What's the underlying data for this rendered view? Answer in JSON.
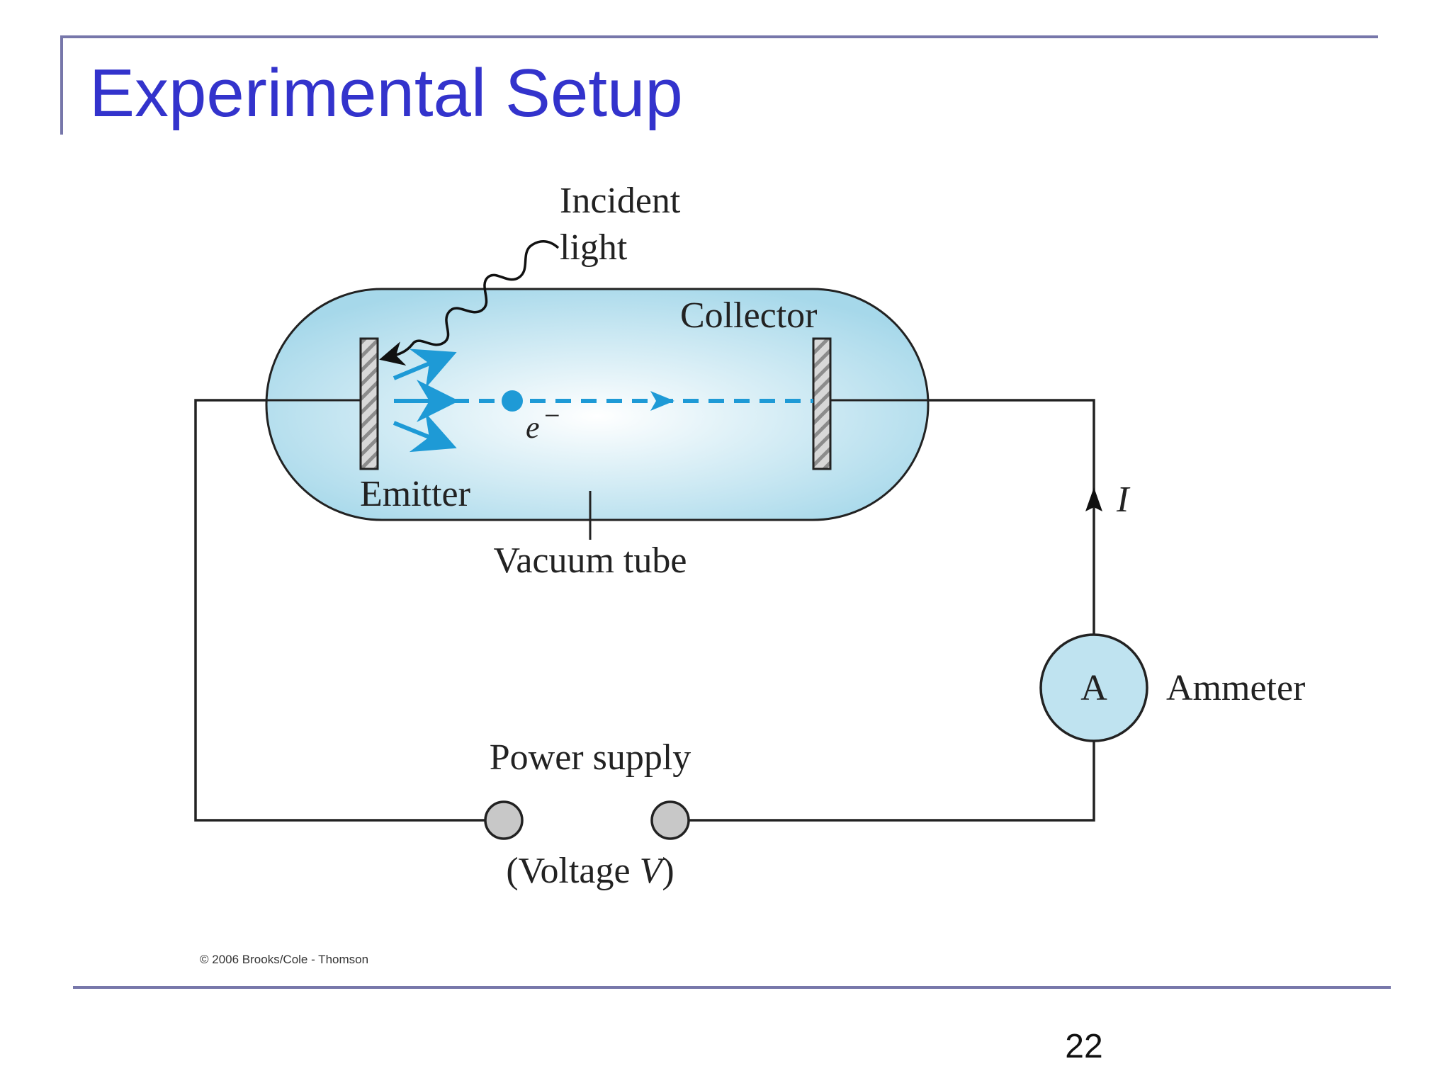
{
  "slide": {
    "title": "Experimental Setup",
    "page_number": "22",
    "accent_color": "#3333cc",
    "frame_color": "#7777aa"
  },
  "diagram": {
    "labels": {
      "incident_light_line1": "Incident",
      "incident_light_line2": "light",
      "collector": "Collector",
      "emitter": "Emitter",
      "vacuum_tube": "Vacuum tube",
      "electron_symbol": "e",
      "electron_charge": "−",
      "current_symbol": "I",
      "ammeter_symbol": "A",
      "ammeter": "Ammeter",
      "power_supply": "Power supply",
      "voltage_open": "(Voltage ",
      "voltage_symbol": "V",
      "voltage_close": ")"
    },
    "copyright": "© 2006 Brooks/Cole - Thomson",
    "colors": {
      "tube_center": "#ffffff",
      "tube_edge": "#a6d8ea",
      "electron_blue": "#1e9ad6",
      "wire": "#222222",
      "terminal_fill": "#c8c8c8"
    }
  }
}
